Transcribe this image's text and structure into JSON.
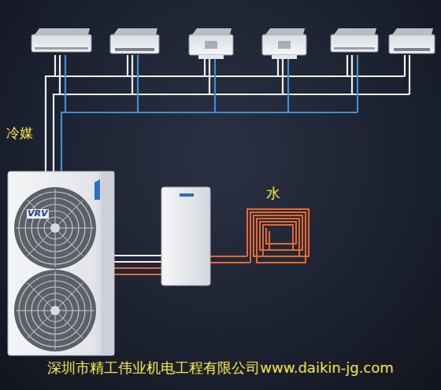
{
  "diagram": {
    "labels": [
      "冷媒",
      "水",
      "VRV",
      "深圳市精工伟业机电工程有限公司www.daikin-jg.com"
    ]
  }
}
